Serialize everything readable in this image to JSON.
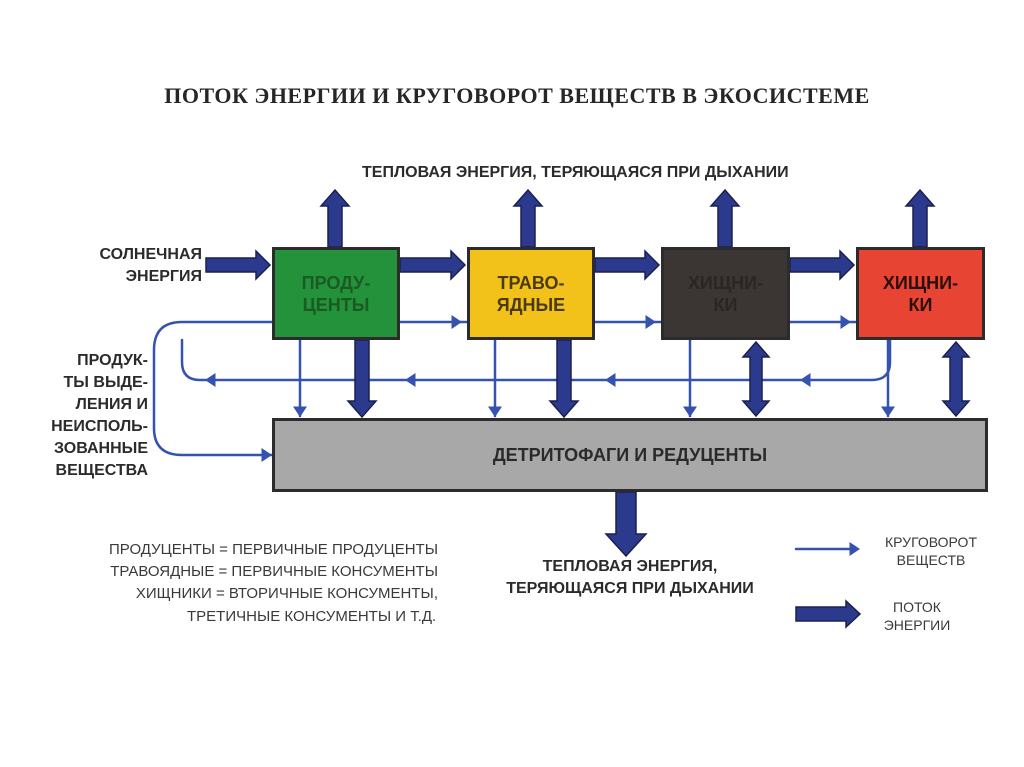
{
  "title": "ПОТОК ЭНЕРГИИ И КРУГОВОРОТ ВЕЩЕСТВ В ЭКОСИСТЕМЕ",
  "top_heat_label": "ТЕПЛОВАЯ ЭНЕРГИЯ, ТЕРЯЮЩАЯСЯ ПРИ ДЫХАНИИ",
  "solar_label": "СОЛНЕЧНАЯ\nЭНЕРГИЯ",
  "left_label": "ПРОДУК-\nТЫ ВЫДЕ-\nЛЕНИЯ И\nНЕИСПОЛЬ-\nЗОВАННЫЕ\nВЕЩЕСТВА",
  "boxes": [
    {
      "label": "ПРОДУ-\nЦЕНТЫ",
      "color": "#23923a",
      "text_color": "#1b5a23"
    },
    {
      "label": "ТРАВО-\nЯДНЫЕ",
      "color": "#f2c21a",
      "text_color": "#4a3a10"
    },
    {
      "label": "ХИЩНИ-\nКИ",
      "color": "#3b3533",
      "text_color": "#2a2624"
    },
    {
      "label": "ХИЩНИ-\nКИ",
      "color": "#e84434",
      "text_color": "#2a0f0c"
    }
  ],
  "detritus_label": "ДЕТРИТОФАГИ И РЕДУЦЕНТЫ",
  "detritus_color": "#a8a8a8",
  "bottom_heat_label": "ТЕПЛОВАЯ ЭНЕРГИЯ,\nТЕРЯЮЩАЯСЯ ПРИ ДЫХАНИИ",
  "definitions": [
    "ПРОДУЦЕНТЫ = ПЕРВИЧНЫЕ ПРОДУЦЕНТЫ",
    "ТРАВОЯДНЫЕ = ПЕРВИЧНЫЕ КОНСУМЕНТЫ",
    "ХИЩНИКИ = ВТОРИЧНЫЕ КОНСУМЕНТЫ,",
    "ТРЕТИЧНЫЕ КОНСУМЕНТЫ И Т.Д."
  ],
  "legend": {
    "matter_cycle": "КРУГОВОРОТ\nВЕЩЕСТВ",
    "energy_flow": "ПОТОК\nЭНЕРГИИ"
  },
  "colors": {
    "energy_arrow": "#2b3a8c",
    "matter_arrow": "#3552b0",
    "arrow_outline": "#1a2050"
  }
}
